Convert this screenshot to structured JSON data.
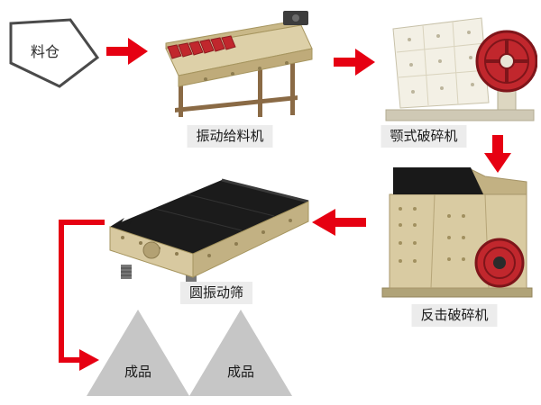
{
  "diagram": {
    "type": "process-flow",
    "background": "#ffffff"
  },
  "colors": {
    "arrow_red": "#e60012",
    "machine_red": "#c1272d",
    "machine_beige": "#d9cba2",
    "screen_deck_black": "#1b1b1b",
    "label_bg": "#ececec",
    "label_text": "#1a1a1a",
    "product_pile_gray": "#c6c6c6",
    "hopper_outline": "#4a4a4a"
  },
  "nodes": {
    "hopper": {
      "label": "料仓",
      "icon": "hopper-outline-icon"
    },
    "feeder": {
      "label": "振动给料机",
      "icon": "vibrating-feeder-machine"
    },
    "jaw_crusher": {
      "label": "颚式破碎机",
      "icon": "jaw-crusher-machine"
    },
    "impact_crusher": {
      "label": "反击破碎机",
      "icon": "impact-crusher-machine"
    },
    "vibrating_screen": {
      "label": "圆振动筛",
      "icon": "circular-vibrating-screen-machine"
    },
    "product_left": {
      "label": "成品",
      "icon": "product-pile-triangle"
    },
    "product_right": {
      "label": "成品",
      "icon": "product-pile-triangle"
    }
  },
  "connectors": [
    {
      "name": "arrow-hopper-to-feeder",
      "direction": "right"
    },
    {
      "name": "arrow-feeder-to-jaw",
      "direction": "right"
    },
    {
      "name": "arrow-jaw-to-impact",
      "direction": "down"
    },
    {
      "name": "arrow-impact-to-screen",
      "direction": "left"
    },
    {
      "name": "elbow-screen-to-product",
      "direction": "down-then-right"
    }
  ]
}
